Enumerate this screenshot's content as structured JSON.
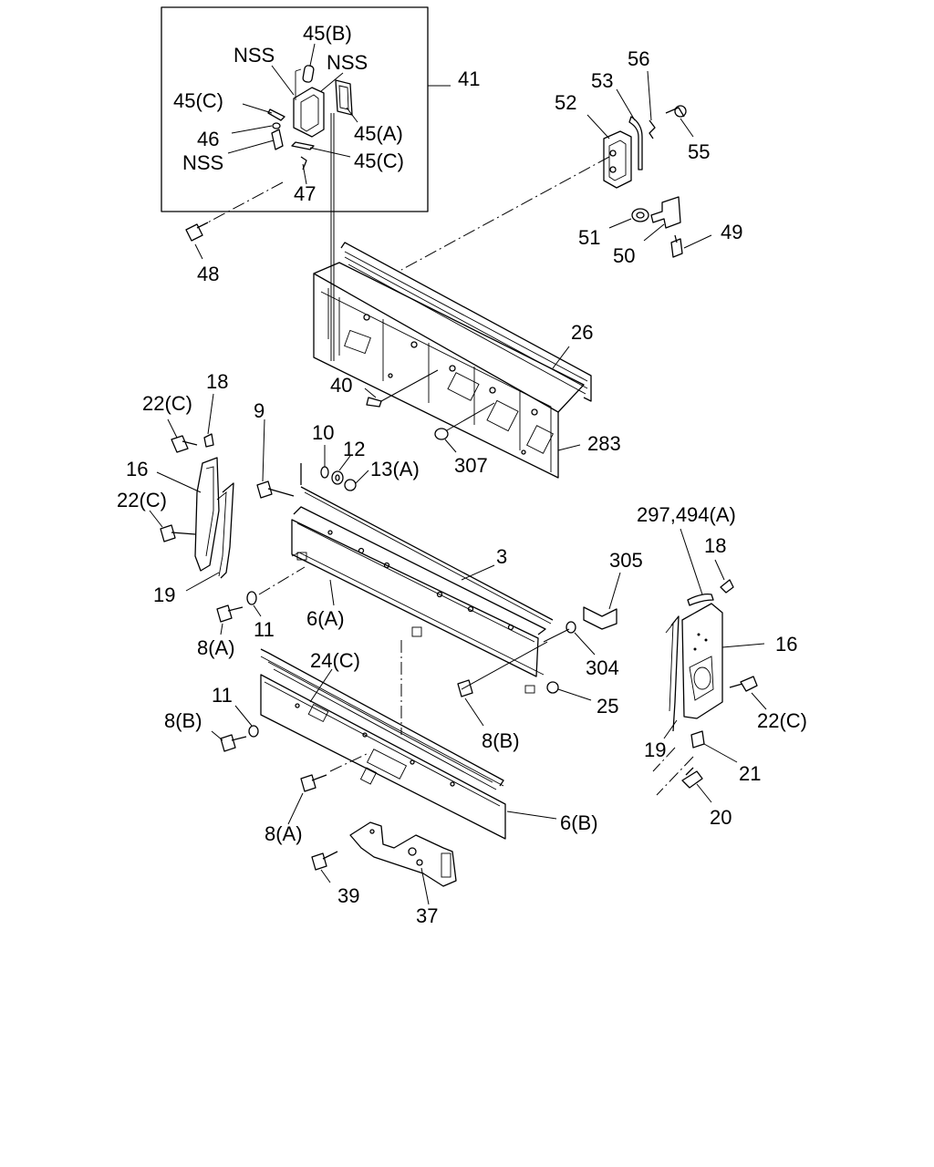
{
  "labels": {
    "l41": "41",
    "l45b": "45(B)",
    "nss1": "NSS",
    "nss2": "NSS",
    "nss3": "NSS",
    "l45c1": "45(C)",
    "l45a": "45(A)",
    "l46": "46",
    "l45c2": "45(C)",
    "l47": "47",
    "l48": "48",
    "l52": "52",
    "l53": "53",
    "l56": "56",
    "l55": "55",
    "l51": "51",
    "l50": "50",
    "l49": "49",
    "l26": "26",
    "l40": "40",
    "l283": "283",
    "l307": "307",
    "l18a": "18",
    "l22ca": "22(C)",
    "l16a": "16",
    "l22cb": "22(C)",
    "l19a": "19",
    "l9": "9",
    "l10": "10",
    "l12": "12",
    "l13a": "13(A)",
    "l3": "3",
    "l8a1": "8(A)",
    "l11a": "11",
    "l6a": "6(A)",
    "l24c": "24(C)",
    "l11b": "11",
    "l8b1": "8(B)",
    "l8b2": "8(B)",
    "l25": "25",
    "l304": "304",
    "l305": "305",
    "l297": "297,494(A)",
    "l18b": "18",
    "l16b": "16",
    "l22cc": "22(C)",
    "l19b": "19",
    "l21": "21",
    "l20": "20",
    "l8a2": "8(A)",
    "l6b": "6(B)",
    "l39": "39",
    "l37": "37"
  }
}
